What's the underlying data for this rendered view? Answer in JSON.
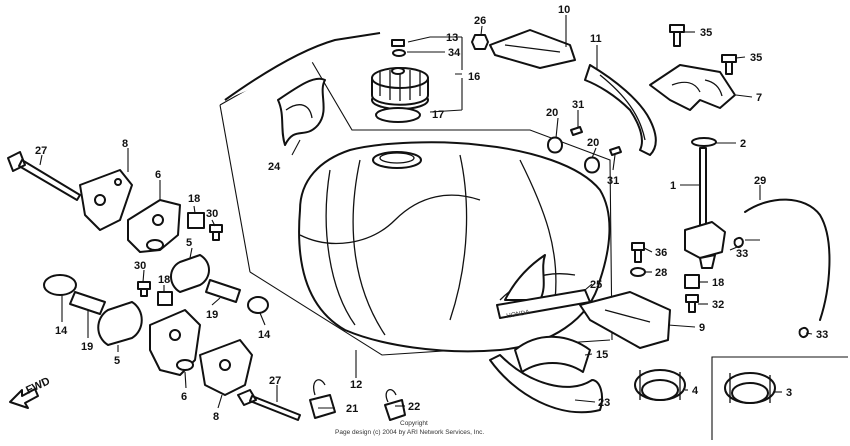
{
  "callouts": {
    "c1": "1",
    "c2": "2",
    "c3": "3",
    "c4": "4",
    "c5a": "5",
    "c5b": "5",
    "c6a": "6",
    "c6b": "6",
    "c7": "7",
    "c8a": "8",
    "c8b": "8",
    "c9": "9",
    "c10": "10",
    "c11": "11",
    "c12": "12",
    "c13": "13",
    "c14a": "14",
    "c14b": "14",
    "c15": "15",
    "c16": "16",
    "c17": "17",
    "c18a": "18",
    "c18b": "18",
    "c18c": "18",
    "c19a": "19",
    "c19b": "19",
    "c20a": "20",
    "c20b": "20",
    "c21": "21",
    "c22": "22",
    "c23": "23",
    "c24": "24",
    "c25": "25",
    "c26": "26",
    "c27a": "27",
    "c27b": "27",
    "c28": "28",
    "c29": "29",
    "c30a": "30",
    "c30b": "30",
    "c31a": "31",
    "c31b": "31",
    "c32": "32",
    "c33a": "33",
    "c33b": "33",
    "c34": "34",
    "c35a": "35",
    "c35b": "35",
    "c36": "36"
  },
  "direction_label": "FWD",
  "tank_logo": "HONDA",
  "copyright_line1": "Copyright",
  "copyright_line2": "Page design (c) 2004 by ARI Network Services, Inc."
}
